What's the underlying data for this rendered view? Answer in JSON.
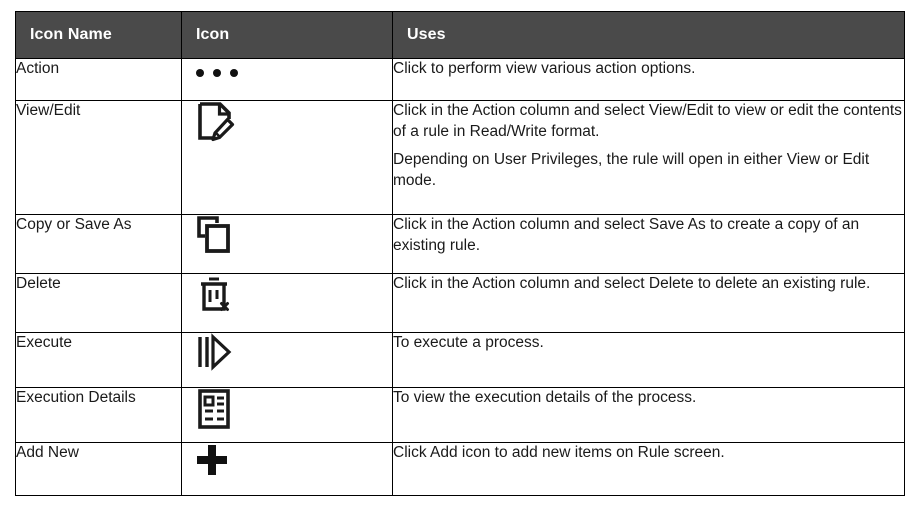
{
  "table": {
    "headers": [
      "Icon Name",
      "Icon",
      "Uses"
    ],
    "header_bg": "#4a4a4a",
    "header_text_color": "#ffffff",
    "border_color": "#000000",
    "rows": [
      {
        "name": "Action",
        "icon": "three-dots-icon",
        "uses": [
          "Click to perform view various action options."
        ]
      },
      {
        "name": "View/Edit",
        "icon": "document-edit-icon",
        "uses": [
          "Click in the Action column and select View/Edit to view or edit the contents of a rule in Read/Write format.",
          "Depending on User Privileges, the rule will open in either View or Edit mode."
        ]
      },
      {
        "name": "Copy or Save As",
        "icon": "copy-icon",
        "uses": [
          "Click in the Action column and select Save As to create a copy of an existing rule."
        ]
      },
      {
        "name": "Delete",
        "icon": "trash-delete-icon",
        "uses": [
          "Click in the Action column and select Delete to delete an existing rule."
        ]
      },
      {
        "name": "Execute",
        "icon": "execute-play-icon",
        "uses": [
          "To execute a process."
        ]
      },
      {
        "name": "Execution Details",
        "icon": "execution-details-list-icon",
        "uses": [
          "To view the execution details of the process."
        ]
      },
      {
        "name": "Add New",
        "icon": "plus-add-icon",
        "uses": [
          "Click Add icon to add new items on Rule screen."
        ]
      }
    ]
  }
}
